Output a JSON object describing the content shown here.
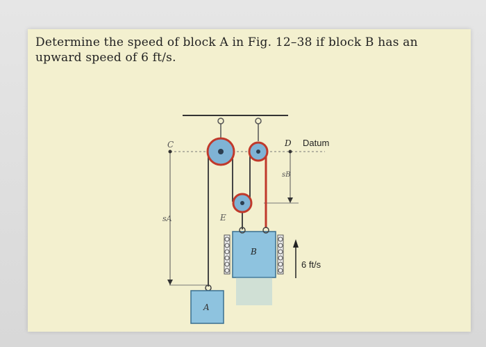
{
  "problem": {
    "text": "Determine the speed of block A in Fig. 12–38 if block B has an upward speed of 6 ft/s."
  },
  "figure": {
    "labels": {
      "C": "C",
      "D": "D",
      "datum": "Datum",
      "sB": "sB",
      "sA": "sA",
      "E": "E",
      "A": "A",
      "B": "B",
      "speed": "6 ft/s"
    },
    "colors": {
      "paper": "#f3f0cf",
      "pulley": "#7fb3d5",
      "block": "#8ec3df",
      "rope_red": "#c0392b"
    }
  }
}
